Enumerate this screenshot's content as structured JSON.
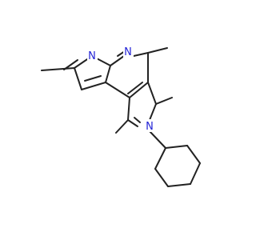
{
  "molecule": {
    "atoms": [
      {
        "symbol": "N",
        "color": "#2323d6"
      },
      {
        "symbol": "N",
        "color": "#2323d6"
      },
      {
        "symbol": "N",
        "color": "#2323d6"
      }
    ]
  }
}
